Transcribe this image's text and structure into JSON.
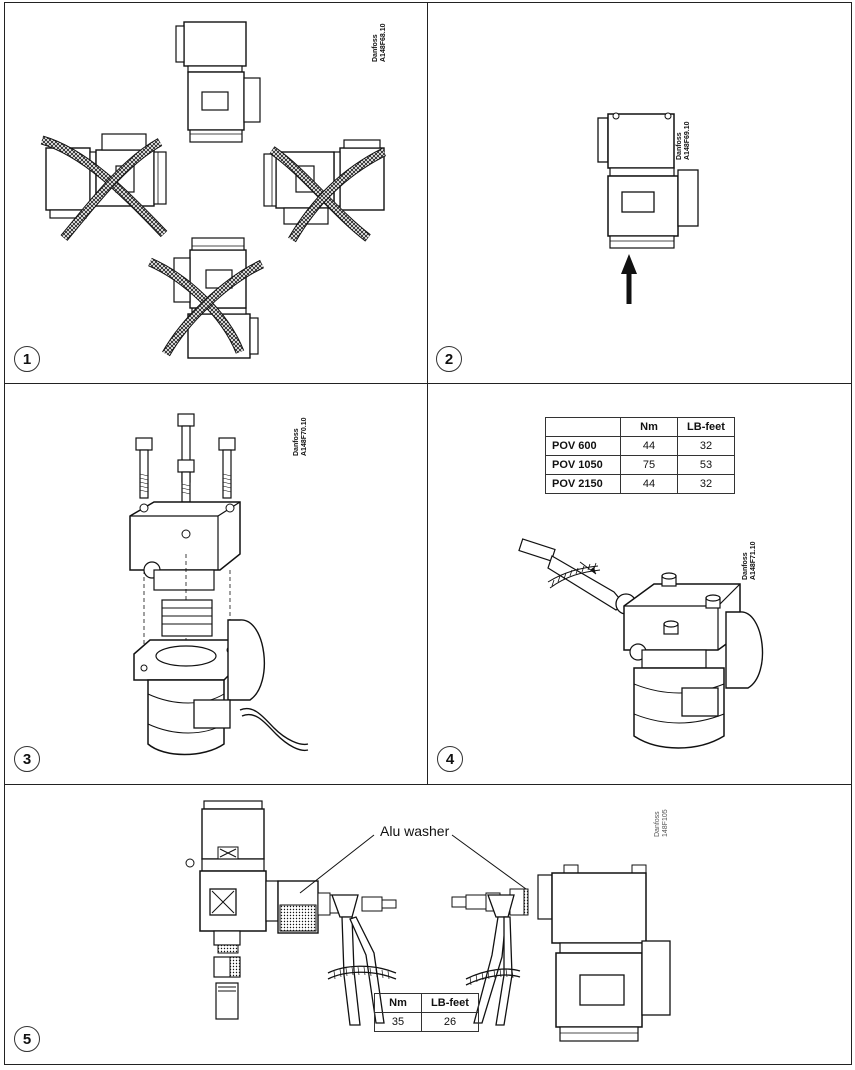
{
  "panels": [
    {
      "step": "1",
      "code_line1": "Danfoss",
      "code_line2": "A148F68.10"
    },
    {
      "step": "2",
      "code_line1": "Danfoss",
      "code_line2": "A148F69.10"
    },
    {
      "step": "3",
      "code_line1": "Danfoss",
      "code_line2": "A148F70.10"
    },
    {
      "step": "4",
      "code_line1": "Danfoss",
      "code_line2": "A148F71.10"
    },
    {
      "step": "5",
      "code_line1": "Danfoss",
      "code_line2": "148F105"
    }
  ],
  "torque_table": {
    "headers": [
      "",
      "Nm",
      "LB-feet"
    ],
    "rows": [
      {
        "model": "POV 600",
        "nm": "44",
        "lbft": "32"
      },
      {
        "model": "POV 1050",
        "nm": "75",
        "lbft": "53"
      },
      {
        "model": "POV 2150",
        "nm": "44",
        "lbft": "32"
      }
    ]
  },
  "washer_label": "Alu washer",
  "washer_torque": {
    "headers": [
      "Nm",
      "LB-feet"
    ],
    "values": [
      "35",
      "26"
    ]
  }
}
